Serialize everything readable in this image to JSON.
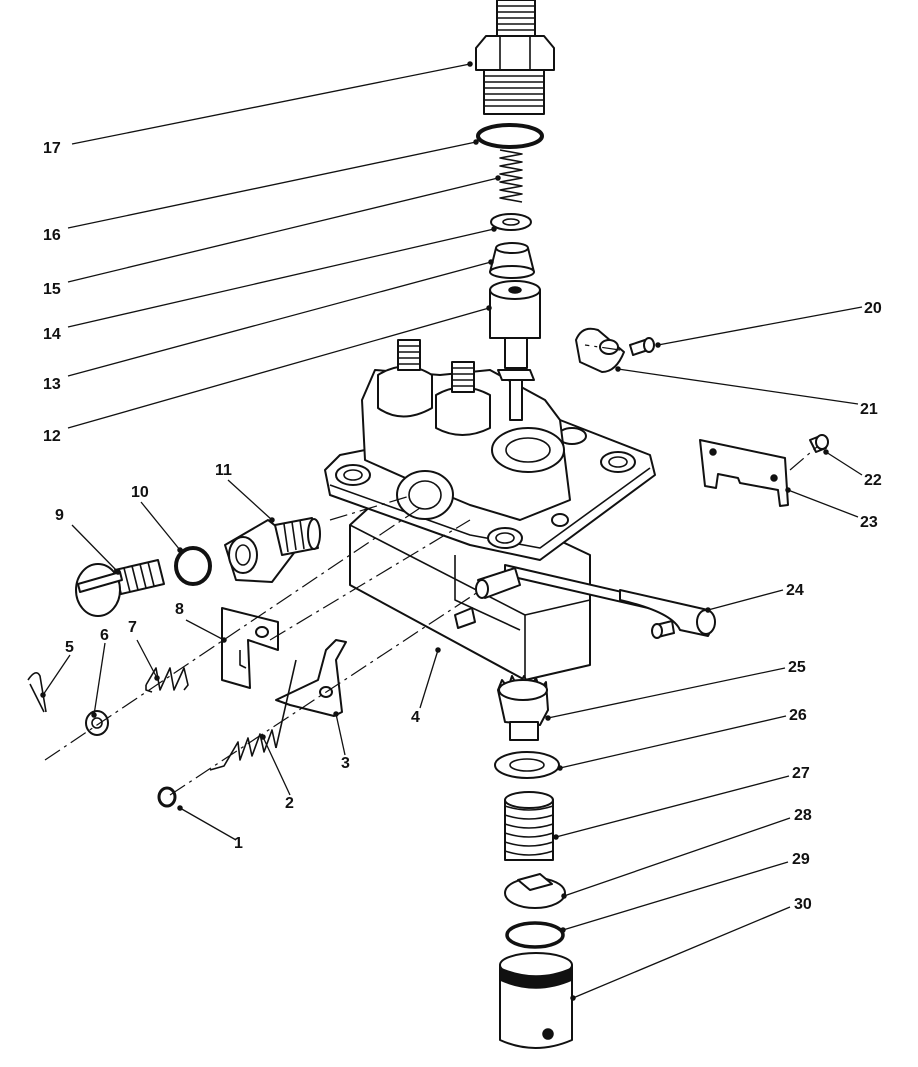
{
  "callouts": [
    "1",
    "2",
    "3",
    "4",
    "5",
    "6",
    "7",
    "8",
    "9",
    "10",
    "11",
    "12",
    "13",
    "14",
    "15",
    "16",
    "17",
    "20",
    "21",
    "22",
    "23",
    "24",
    "25",
    "26",
    "27",
    "28",
    "29",
    "30"
  ]
}
